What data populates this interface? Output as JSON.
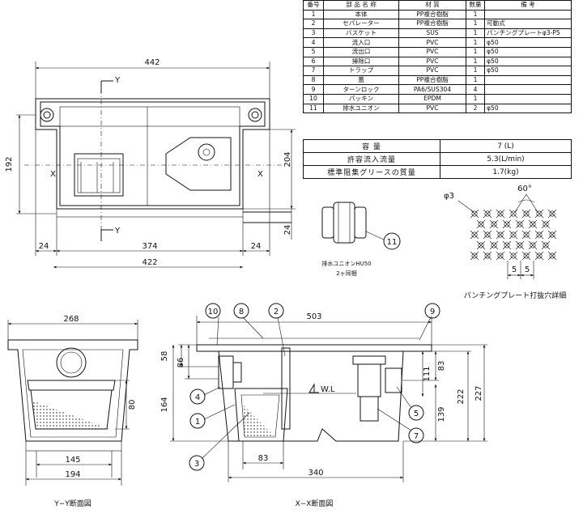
{
  "parts_table": {
    "headers": [
      "番号",
      "部 品 名 称",
      "材 質",
      "数量",
      "備 考"
    ],
    "rows": [
      {
        "no": "1",
        "name": "本体",
        "material": "PP複合樹脂",
        "qty": "1",
        "note": ""
      },
      {
        "no": "2",
        "name": "セパレーター",
        "material": "PP複合樹脂",
        "qty": "1",
        "note": "可動式"
      },
      {
        "no": "3",
        "name": "バスケット",
        "material": "SUS",
        "qty": "1",
        "note": "パンチングプレートφ3-P5"
      },
      {
        "no": "4",
        "name": "流入口",
        "material": "PVC",
        "qty": "1",
        "note": "φ50"
      },
      {
        "no": "5",
        "name": "流出口",
        "material": "PVC",
        "qty": "1",
        "note": "φ50"
      },
      {
        "no": "6",
        "name": "掃除口",
        "material": "PVC",
        "qty": "1",
        "note": "φ50"
      },
      {
        "no": "7",
        "name": "トラップ",
        "material": "PVC",
        "qty": "1",
        "note": "φ50"
      },
      {
        "no": "8",
        "name": "蓋",
        "material": "PP複合樹脂",
        "qty": "1",
        "note": ""
      },
      {
        "no": "9",
        "name": "ターンロック",
        "material": "PA6/SUS304",
        "qty": "4",
        "note": ""
      },
      {
        "no": "10",
        "name": "パッキン",
        "material": "EPDM",
        "qty": "1",
        "note": ""
      },
      {
        "no": "11",
        "name": "排水ユニオン",
        "material": "PVC",
        "qty": "2",
        "note": "φ50"
      }
    ]
  },
  "spec_table": {
    "rows": [
      {
        "label": "容 量",
        "value": "7 (L)"
      },
      {
        "label": "許容流入流量",
        "value": "5.3(L/min)"
      },
      {
        "label": "標準阻集グリースの質量",
        "value": "1.7(kg)"
      }
    ]
  },
  "plan_view": {
    "dims": {
      "total_width": "442",
      "inner_width": "374",
      "outer_width": "422",
      "left_margin": "24",
      "right_margin": "24",
      "left_height": "192",
      "right_height": "204",
      "right_offset": "24"
    },
    "section_y": "Y",
    "section_x": "X"
  },
  "union_detail": {
    "label": "排水ユニオンHU50",
    "qty_label": "2ヶ同梱",
    "callout": "11"
  },
  "punching_detail": {
    "angle": "60°",
    "hole": "φ3",
    "pitch_a": "5",
    "pitch_b": "5",
    "caption": "パンチングプレート打抜穴詳細"
  },
  "yy_section": {
    "caption": "Y−Y断面図",
    "dims": {
      "top_width": "268",
      "bottom_inner": "145",
      "bottom_outer": "194",
      "basket_height": "80"
    }
  },
  "xx_section": {
    "caption": "X−X断面図",
    "dims": {
      "length": "503",
      "bottom_length": "340",
      "basket_width": "83",
      "top_left_58": "58",
      "inlet_86": "86",
      "height_164": "164",
      "outlet_111": "111",
      "right_83": "83",
      "depth_139": "139",
      "depth_222": "222",
      "total_227": "227"
    },
    "water_level": "W.L",
    "callouts": [
      "10",
      "8",
      "2",
      "9",
      "4",
      "1",
      "3",
      "5",
      "7"
    ]
  },
  "colors": {
    "line": "#111111",
    "fill": "#d8d8d8"
  }
}
